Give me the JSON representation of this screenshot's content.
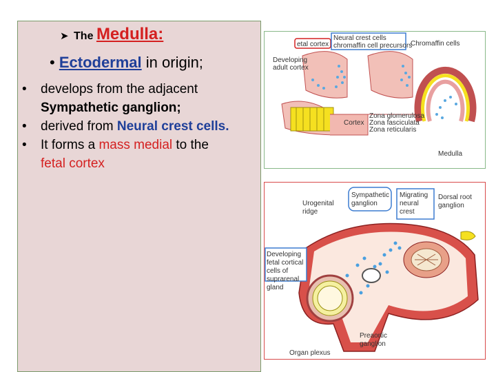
{
  "heading": {
    "prefix": "The",
    "title": "Medulla:"
  },
  "subheading": {
    "highlight": "Ectodermal",
    "rest": " in origin;"
  },
  "bullets": [
    {
      "text": "develops from the adjacent ",
      "emph": "Sympathetic ganglion;"
    },
    {
      "text": " derived from ",
      "emph": "Neural crest cells."
    },
    {
      "text": "It forms a ",
      "emph": "mass medial",
      "text2": " to the ",
      "emph2": "fetal cortex"
    }
  ],
  "figure1": {
    "labels": {
      "fetal_cortex": "etal cortex",
      "neural_crest_1": "Neural crest cells",
      "neural_crest_2": "chromaffin cell precursors",
      "chromaffin": "Chromaffin cells",
      "dev_adult_1": "Developing",
      "dev_adult_2": "adult cortex",
      "cortex": "Cortex",
      "zg": "Zona glomerulosa",
      "zf": "Zona fasciculata",
      "zr": "Zona reticularis",
      "medulla": "Medulla"
    }
  },
  "figure2": {
    "labels": {
      "sym_1": "Sympathetic",
      "sym_2": "ganglion",
      "mig_1": "Migrating",
      "mig_2": "neural",
      "mig_3": "crest",
      "drg_1": "Dorsal root",
      "drg_2": "ganglion",
      "uro_1": "Urogenital",
      "uro_2": "ridge",
      "dev_1": "Developing",
      "dev_2": "fetal cortical",
      "dev_3": "cells of",
      "dev_4": "suprarenal",
      "dev_5": "gland",
      "pre_1": "Preaortic",
      "pre_2": "ganglion",
      "organ": "Organ plexus"
    }
  },
  "colors": {
    "red": "#d42020",
    "blue": "#1f3f99",
    "panel": "#e8d6d6"
  },
  "icons": {
    "heading_marker": "arrow-bullet-icon",
    "bullet": "bullet-dot-icon"
  }
}
